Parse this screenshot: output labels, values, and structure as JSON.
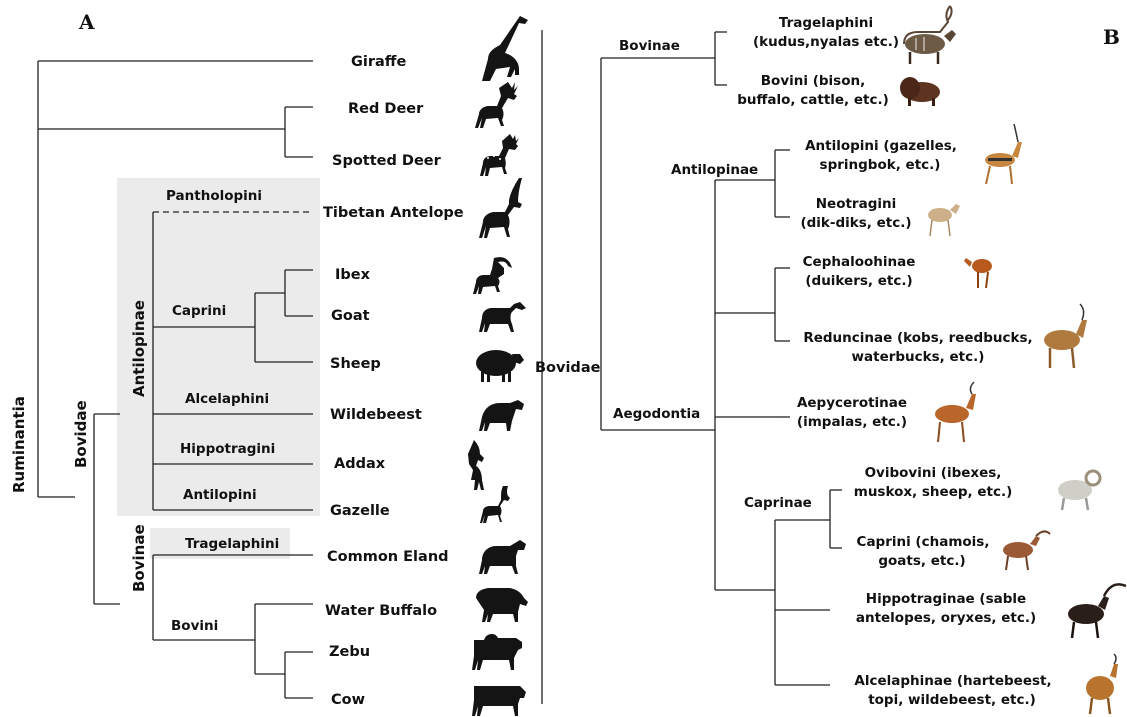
{
  "panels": {
    "a": "A",
    "b": "B"
  },
  "tree_a": {
    "root": "Ruminantia",
    "bovidae": "Bovidae",
    "antilopinae": "Antilopinae",
    "bovinae": "Bovinae",
    "tribes": {
      "pantholopini": "Pantholopini",
      "caprini": "Caprini",
      "alcelaphini": "Alcelaphini",
      "hippotragini": "Hippotragini",
      "antilopini": "Antilopini",
      "tragelaphini": "Tragelaphini",
      "bovini": "Bovini"
    },
    "taxa": [
      "Giraffe",
      "Red Deer",
      "Spotted Deer",
      "Tibetan Antelope",
      "Ibex",
      "Goat",
      "Sheep",
      "Wildebeest",
      "Addax",
      "Gazelle",
      "Common Eland",
      "Water Buffalo",
      "Zebu",
      "Cow"
    ],
    "silhouette_icons": [
      "giraffe-icon",
      "deer-icon",
      "spotted-deer-icon",
      "antelope-icon",
      "ibex-icon",
      "goat-icon",
      "sheep-icon",
      "wildebeest-icon",
      "addax-icon",
      "gazelle-icon",
      "eland-icon",
      "buffalo-icon",
      "zebu-icon",
      "cow-icon"
    ]
  },
  "tree_b": {
    "root": "Bovidae",
    "bovinae": "Bovinae",
    "aegodontia": "Aegodontia",
    "antilopinae": "Antilopinae",
    "caprinae": "Caprinae",
    "leaves": [
      {
        "line1": "Tragelaphini",
        "line2": "(kudus,nyalas etc.)",
        "icon": "kudu-icon"
      },
      {
        "line1": "Bovini (bison,",
        "line2": "buffalo, cattle, etc.)",
        "icon": "bison-icon"
      },
      {
        "line1": "Antilopini (gazelles,",
        "line2": "springbok, etc.)",
        "icon": "gazelle-icon"
      },
      {
        "line1": "Neotragini",
        "line2": "(dik-diks, etc.)",
        "icon": "dikdik-icon"
      },
      {
        "line1": "Cephaloohinae",
        "line2": "(duikers, etc.)",
        "icon": "duiker-icon"
      },
      {
        "line1": "Reduncinae (kobs, reedbucks,",
        "line2": "waterbucks, etc.)",
        "icon": "kob-icon"
      },
      {
        "line1": "Aepycerotinae",
        "line2": "(impalas, etc.)",
        "icon": "impala-icon"
      },
      {
        "line1": "Ovibovini (ibexes,",
        "line2": "muskox, sheep, etc.)",
        "icon": "ram-icon"
      },
      {
        "line1": "Caprini (chamois,",
        "line2": "goats, etc.)",
        "icon": "ibex-icon"
      },
      {
        "line1": "Hippotraginae (sable",
        "line2": "antelopes, oryxes, etc.)",
        "icon": "sable-antelope-icon"
      },
      {
        "line1": "Alcelaphinae (hartebeest,",
        "line2": "topi, wildebeest, etc.)",
        "icon": "hartebeest-icon"
      }
    ]
  },
  "colors": {
    "line": "#222222",
    "shade": "#ebebeb",
    "text": "#111111",
    "silhouette": "#141414"
  }
}
